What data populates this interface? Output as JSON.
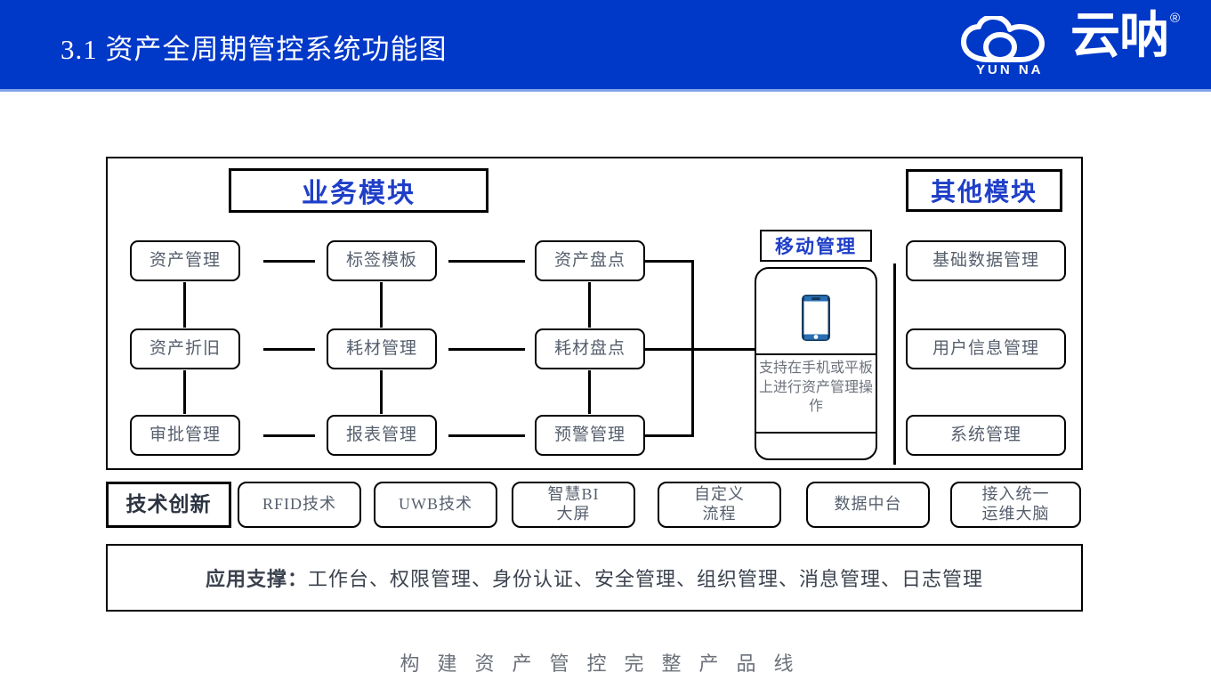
{
  "header": {
    "title": "3.1  资产全周期管控系统功能图",
    "background_color": "#0038c8",
    "logo": {
      "icon_name": "cloud-logo-icon",
      "cn_text": "云呐",
      "en_text": "YUN NA",
      "registered_mark": "®"
    }
  },
  "diagram": {
    "sections": {
      "business_title": "业务模块",
      "other_title": "其他模块",
      "mobile_title": "移动管理"
    },
    "business_nodes": [
      [
        "资产管理",
        "标签模板",
        "资产盘点"
      ],
      [
        "资产折旧",
        "耗材管理",
        "耗材盘点"
      ],
      [
        "审批管理",
        "报表管理",
        "预警管理"
      ]
    ],
    "mobile": {
      "icon_name": "smartphone-icon",
      "caption": "支持在手机或平板上进行资产管理操作"
    },
    "other_nodes": [
      "基础数据管理",
      "用户信息管理",
      "系统管理"
    ],
    "tech_row": {
      "head_label": "技术创新",
      "items": [
        "RFID技术",
        "UWB技术",
        "智慧BI\n大屏",
        "自定义\n流程",
        "数据中台",
        "接入统一\n运维大脑"
      ]
    },
    "support_bar": {
      "label": "应用支撑：",
      "items": "工作台、权限管理、身份认证、安全管理、组织管理、消息管理、日志管理"
    }
  },
  "footer": {
    "text": "构建资产管控完整产品线"
  },
  "colors": {
    "header_blue": "#0038c8",
    "section_title_blue": "#1f3fc8",
    "node_text": "#565f6d",
    "border_black": "#000000",
    "phone_blue": "#2a6fb5",
    "phone_dark": "#14385e"
  }
}
